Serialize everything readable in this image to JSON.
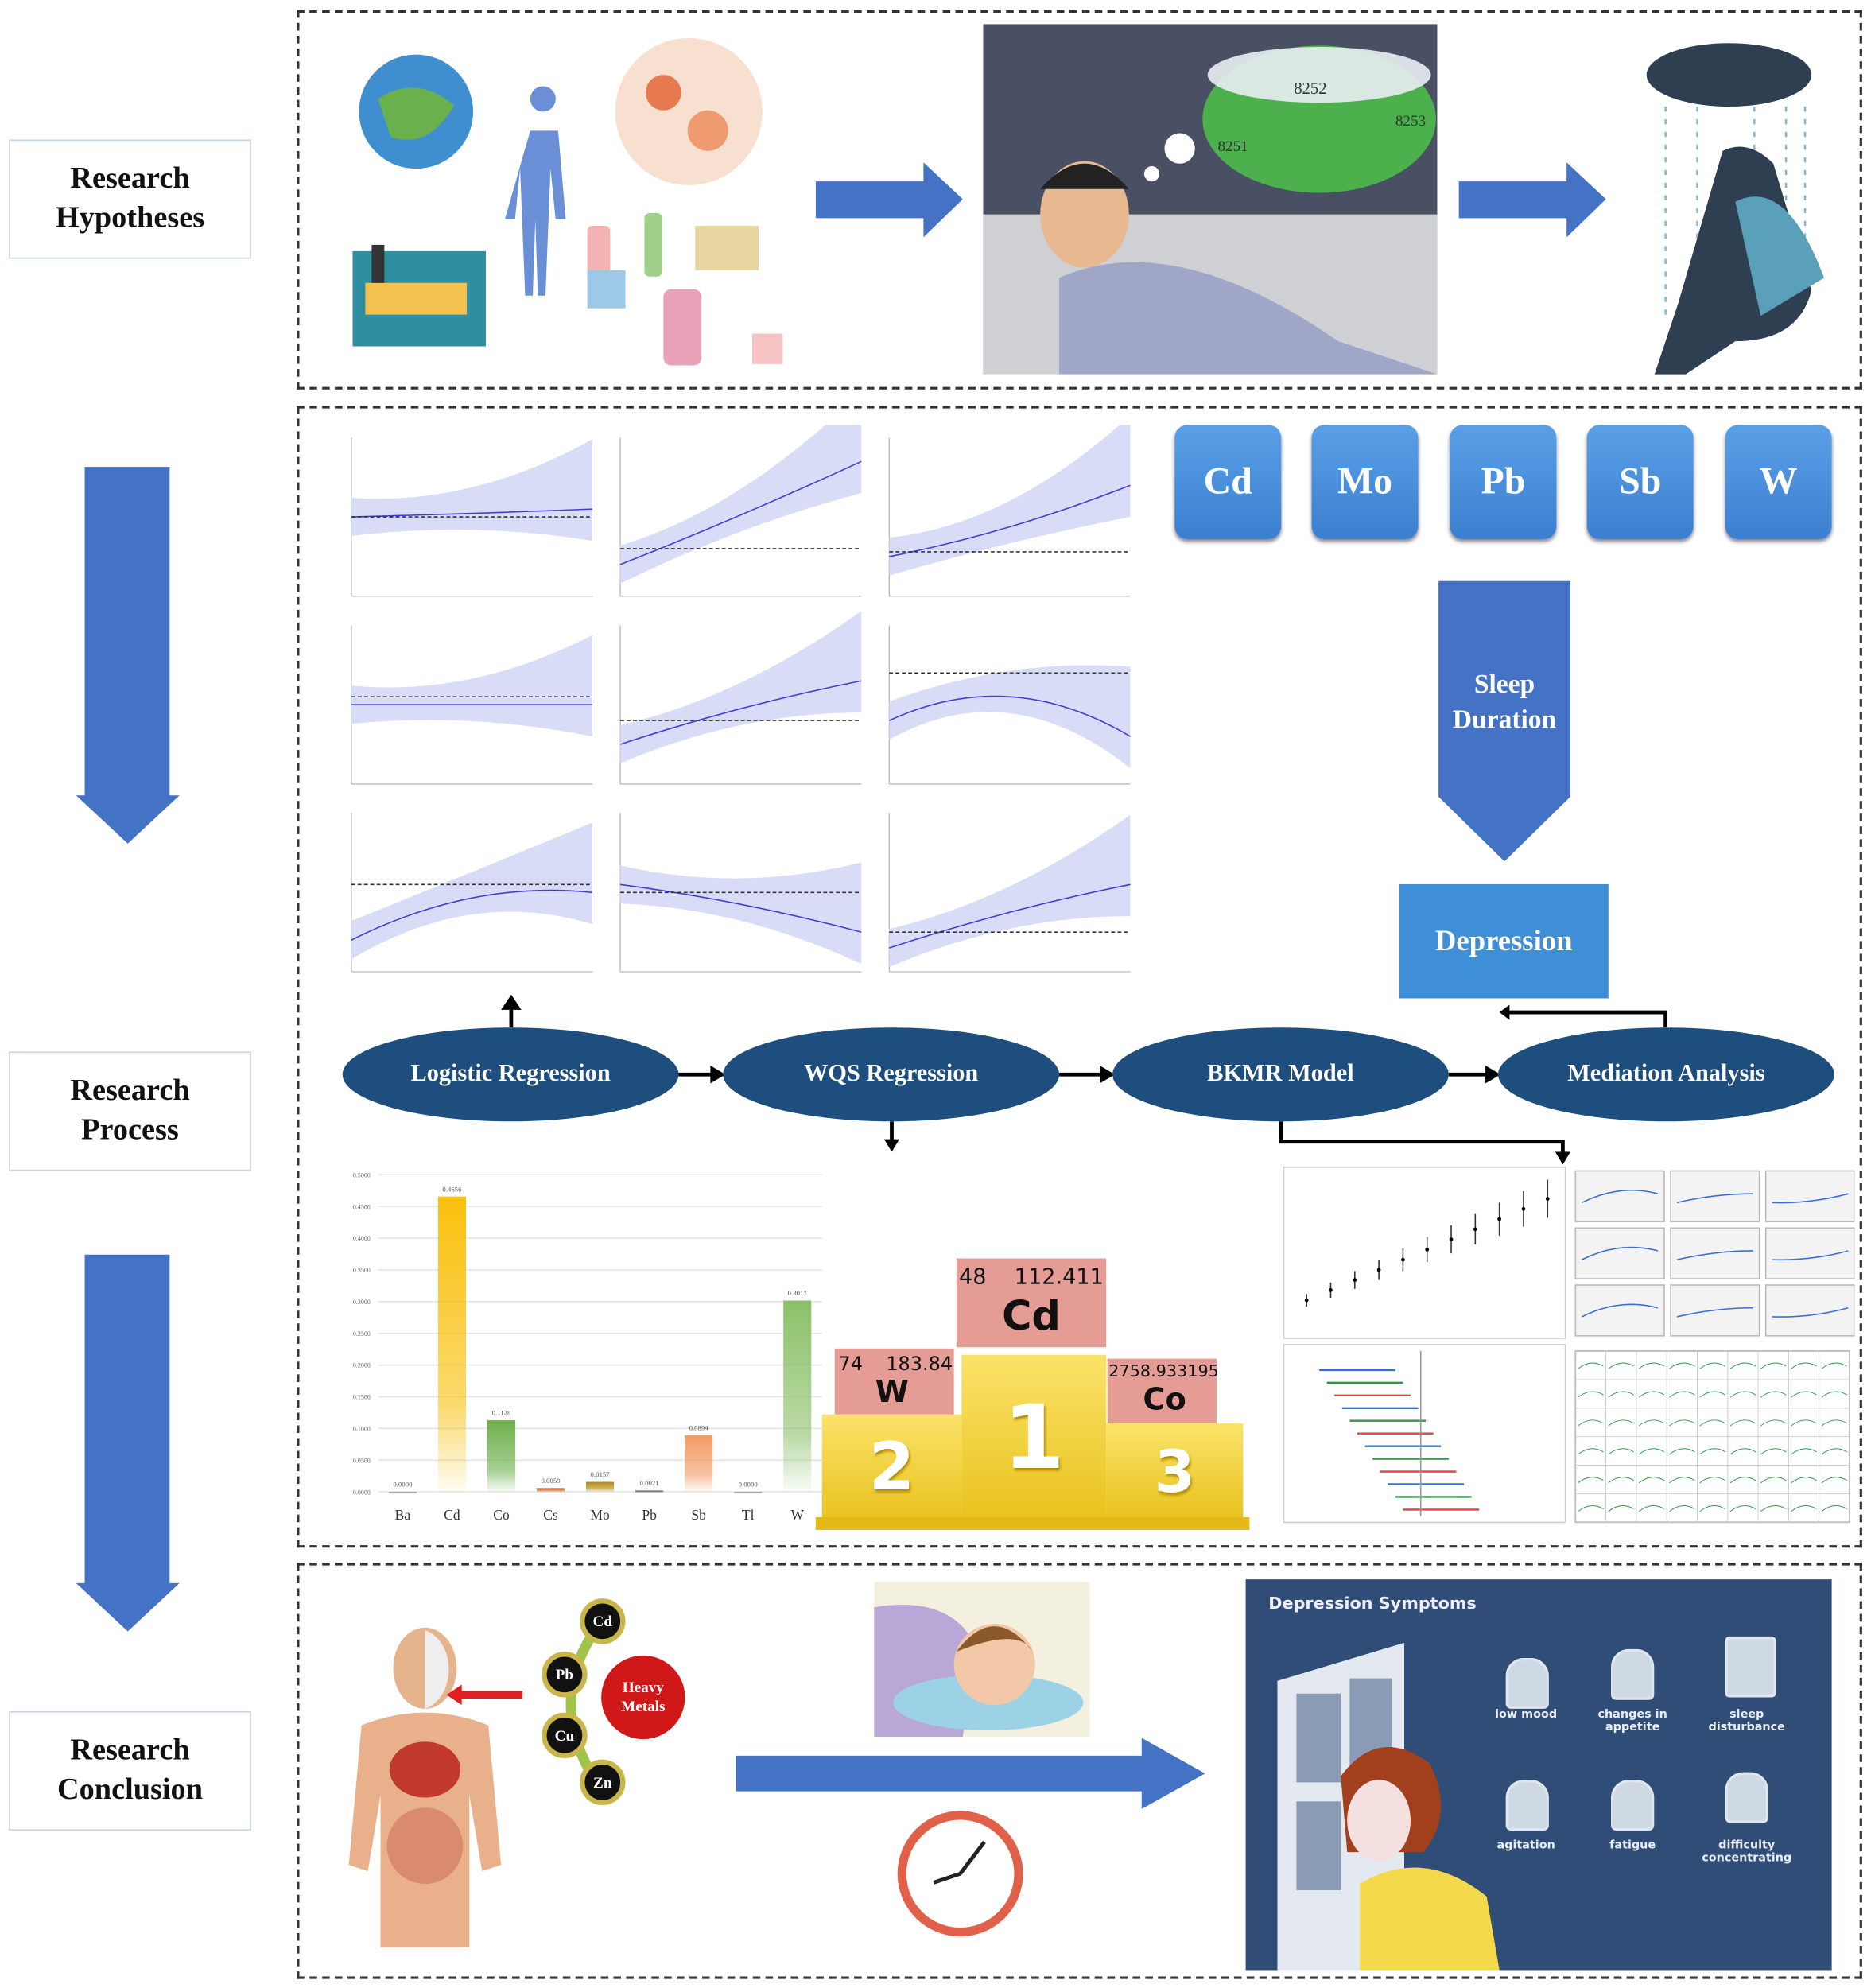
{
  "side_labels": {
    "hypotheses": "Research\nHypotheses",
    "process": "Research\nProcess",
    "conclusion": "Research\nConclusion"
  },
  "hypotheses": {
    "sheep_numbers": [
      "8252",
      "8253",
      "8251"
    ]
  },
  "elements": [
    "Cd",
    "Mo",
    "Pb",
    "Sb",
    "W"
  ],
  "sleep_duration": "Sleep\nDuration",
  "depression": "Depression",
  "methods": [
    "Logistic Regression",
    "WQS Regression",
    "BKMR Model",
    "Mediation Analysis"
  ],
  "podium": {
    "first": {
      "number": "48",
      "mass": "112.411",
      "symbol": "Cd",
      "rank": "1"
    },
    "second": {
      "number": "74",
      "mass": "183.84",
      "symbol": "W",
      "rank": "2"
    },
    "third": {
      "mass": "2758.933195",
      "symbol": "Co",
      "rank": "3"
    }
  },
  "chart_data": {
    "type": "bar",
    "categories": [
      "Ba",
      "Cd",
      "Co",
      "Cs",
      "Mo",
      "Pb",
      "Sb",
      "Tl",
      "W"
    ],
    "values": [
      0.0,
      0.4656,
      0.1128,
      0.0059,
      0.0157,
      0.0021,
      0.0894,
      0.0,
      0.3017
    ],
    "value_labels": [
      "0.0000",
      "0.4656",
      "0.1128",
      "0.0059",
      "0.0157",
      "0.0021",
      "0.0894",
      "0.0000",
      "0.3017"
    ],
    "ylim": [
      0,
      0.5
    ],
    "yticks": [
      "0.0000",
      "0.0500",
      "0.1000",
      "0.1500",
      "0.2000",
      "0.2500",
      "0.3000",
      "0.3500",
      "0.4000",
      "0.4500",
      "0.5000"
    ],
    "colors": [
      "#999999",
      "#f9c00c",
      "#6db04a",
      "#c85a1e",
      "#b08a10",
      "#555555",
      "#f39a63",
      "#999999",
      "#8cc16a"
    ],
    "grid": true
  },
  "conclusion": {
    "metals": [
      "Cd",
      "Pb",
      "Cu",
      "Zn"
    ],
    "heavy_metals": "Heavy\nMetals",
    "symptoms_title": "Depression Symptoms",
    "symptoms": [
      "low mood",
      "changes in\nappetite",
      "sleep disturbance",
      "agitation",
      "fatigue",
      "difficulty\nconcentrating"
    ]
  },
  "colors": {
    "arrow_blue": "#4472c4",
    "element_blue": "#4a90e2",
    "method_navy": "#1d4e7e",
    "depression_box": "#3f8fd8",
    "symptom_bg": "#2f4d77"
  }
}
